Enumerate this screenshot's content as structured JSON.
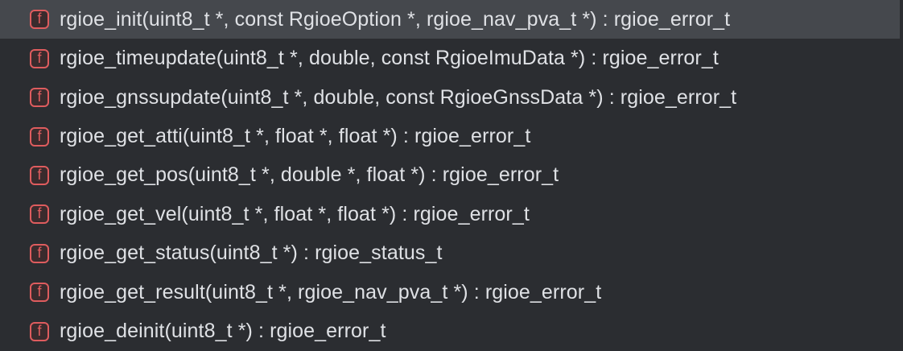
{
  "colors": {
    "bg": "#2B2D31",
    "selection": "#45484D",
    "text": "#DFE1E5",
    "accent": "#DE5C5E",
    "iconfill": "#3A2B2D"
  },
  "popup": {
    "icon_glyph": "f",
    "selected_index": 0,
    "items": [
      {
        "label": "rgioe_init(uint8_t *, const RgioeOption *, rgioe_nav_pva_t *) : rgioe_error_t"
      },
      {
        "label": "rgioe_timeupdate(uint8_t *, double, const RgioeImuData *) : rgioe_error_t"
      },
      {
        "label": "rgioe_gnssupdate(uint8_t *, double, const RgioeGnssData *) : rgioe_error_t"
      },
      {
        "label": "rgioe_get_atti(uint8_t *, float *, float *) : rgioe_error_t"
      },
      {
        "label": "rgioe_get_pos(uint8_t *, double *, float *) : rgioe_error_t"
      },
      {
        "label": "rgioe_get_vel(uint8_t *, float *, float *) : rgioe_error_t"
      },
      {
        "label": "rgioe_get_status(uint8_t *) : rgioe_status_t"
      },
      {
        "label": "rgioe_get_result(uint8_t *, rgioe_nav_pva_t *) : rgioe_error_t"
      },
      {
        "label": "rgioe_deinit(uint8_t *) : rgioe_error_t"
      }
    ]
  }
}
